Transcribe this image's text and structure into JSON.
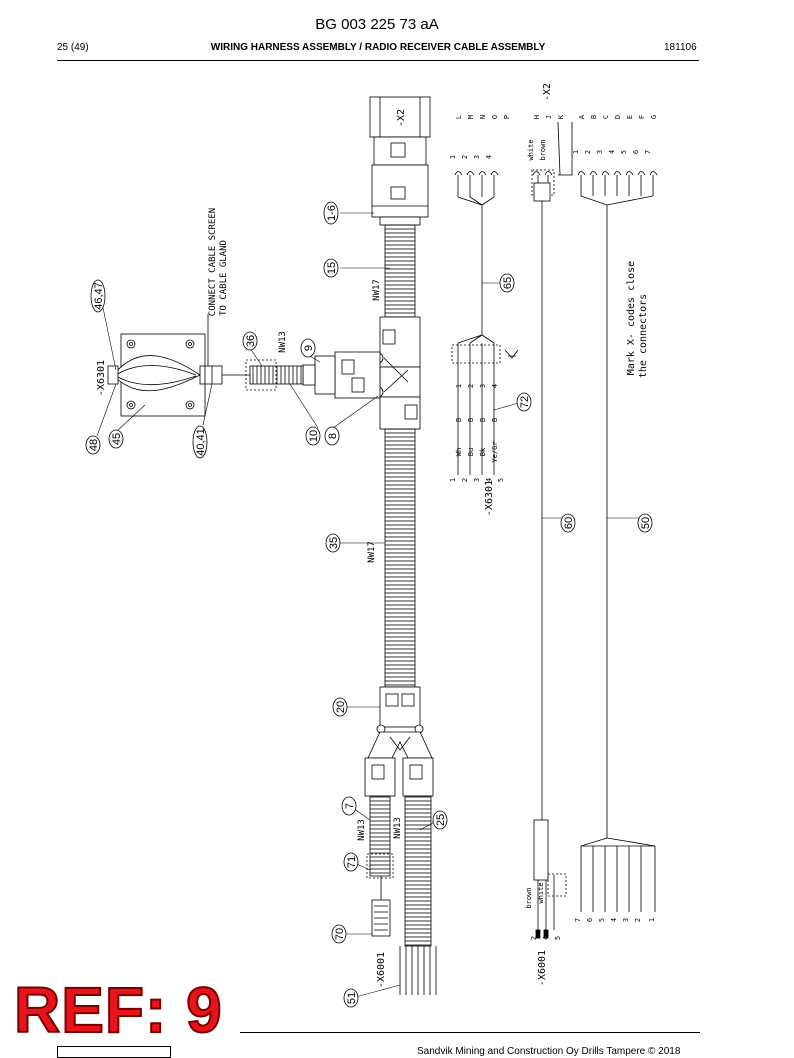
{
  "header": {
    "doc_number": "BG 003 225 73 aA",
    "page": "25 (49)",
    "title": "WIRING HARNESS ASSEMBLY / RADIO RECEIVER CABLE ASSEMBLY",
    "date": "181106"
  },
  "footer": {
    "copyright": "Sandvik Mining and Construction Oy Drills Tampere © 2018",
    "stamp": "REF: 9"
  },
  "notes": {
    "cable_screen_1": "CONNECT CABLE SCREEN",
    "cable_screen_2": "TO CABLE GLAND",
    "mark_codes_1": "Mark X- codes close",
    "mark_codes_2": "the connectors"
  },
  "hose": {
    "nw17_a": "NW17",
    "nw13_a": "NW13",
    "nw17_b": "NW17",
    "nw13_b": "NW13",
    "nw13_c": "NW13"
  },
  "connectors": {
    "x2_plug": "-X2",
    "x2_table": "-X2",
    "x6301_box": "-X6301",
    "x6301_table": "-X6301",
    "x6001_a": "-X6001",
    "x6001_b": "-X6001"
  },
  "balloons": {
    "b1_6": "1-6",
    "b15": "15",
    "b46_47": "46,47",
    "b36": "36",
    "b9": "9",
    "b48": "48",
    "b45": "45",
    "b40_41": "40,41",
    "b10": "10",
    "b8": "8",
    "b65": "65",
    "b72": "72",
    "b60": "60",
    "b50": "50",
    "b35": "35",
    "b20": "20",
    "b7": "7",
    "b25": "25",
    "b71": "71",
    "b70": "70",
    "b51": "51"
  },
  "x2_pins": {
    "group_a": {
      "letters": [
        "L",
        "M",
        "N",
        "O",
        "P"
      ],
      "numbers": [
        "1",
        "2",
        "3",
        "4"
      ]
    },
    "group_b": {
      "letters": [
        "H",
        "J",
        "K"
      ],
      "wires": [
        "white",
        "brown"
      ]
    },
    "group_c": {
      "letters": [
        "A",
        "B",
        "C",
        "D",
        "E",
        "F",
        "G"
      ],
      "numbers": [
        "1",
        "2",
        "3",
        "4",
        "5",
        "6",
        "7"
      ]
    }
  },
  "x6301_pins": {
    "pins": [
      "1",
      "2",
      "3",
      "4",
      "5"
    ],
    "colors": [
      "Wh",
      "Bu",
      "Bk",
      "Ye/Gr"
    ],
    "letters": [
      "B",
      "B",
      "B",
      "B"
    ],
    "numbers": [
      "1",
      "2",
      "3",
      "4"
    ]
  },
  "x6001_pins": {
    "wires": [
      "brown",
      "white"
    ],
    "pins": [
      "2",
      "4",
      "5"
    ],
    "group_c_numbers": [
      "7",
      "6",
      "5",
      "4",
      "3",
      "2",
      "1"
    ]
  }
}
